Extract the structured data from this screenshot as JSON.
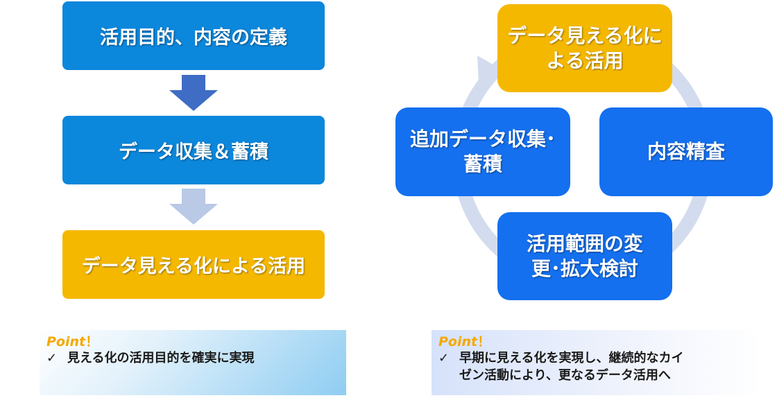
{
  "flow": {
    "step1": "活用目的、内容の定義",
    "step2": "データ収集＆蓄積",
    "step3": "データ見える化による活用"
  },
  "cycle": {
    "top": "データ見える化に\nよる活用",
    "right": "内容精査",
    "bottom": "活用範囲の変\n更･拡大検討",
    "left": "追加データ収集･\n蓄積"
  },
  "point_left": {
    "title": "Point",
    "bang": "！",
    "check": "✓",
    "text": "見える化の活用目的を確実に実現"
  },
  "point_right": {
    "title": "Point",
    "bang": "！",
    "check": "✓",
    "text": "早期に見える化を実現し、継続的なカイ\nゼン活動により、更なるデータ活用へ"
  },
  "colors": {
    "flow_blue": "#0b87dc",
    "gold": "#f5b800",
    "cycle_blue": "#1470ef",
    "arrow_dark": "#3f6cc4",
    "arrow_light": "#b9c9e6",
    "ring": "#d3dcee",
    "point_accent": "#f5a800"
  }
}
